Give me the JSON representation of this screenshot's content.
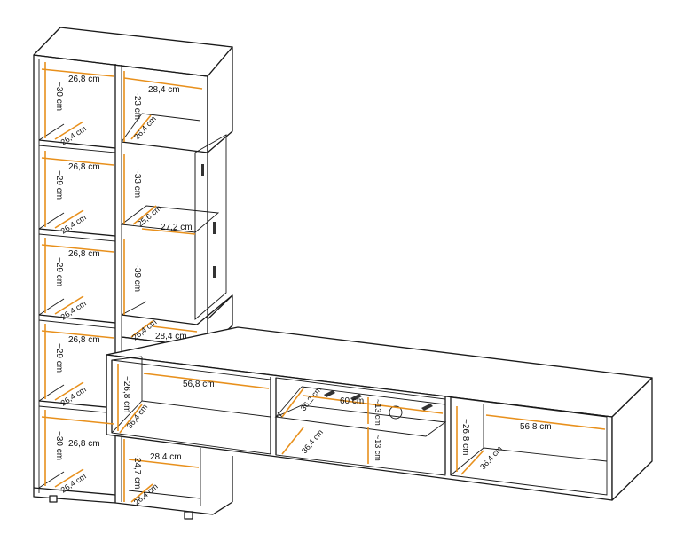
{
  "colors": {
    "dimension_line": "#e8901c",
    "outline": "#1a1a1a",
    "background": "#ffffff"
  },
  "labels": {
    "tall_w1": "26,8 cm",
    "tall_d1": "26,4 cm",
    "tall_h1": "~30 cm",
    "tall_w2": "26,8 cm",
    "tall_d2": "26,4 cm",
    "tall_h2": "~29 cm",
    "tall_w3": "26,8 cm",
    "tall_d3": "26,4 cm",
    "tall_h3": "~29 cm",
    "tall_w4": "26,8 cm",
    "tall_d4": "26,4 cm",
    "tall_h4": "~29 cm",
    "tall_w5": "26,8 cm",
    "tall_d5": "26,4 cm",
    "tall_h5": "~30 cm",
    "mid_top_w": "28,4 cm",
    "mid_top_d": "26,4 cm",
    "mid_top_h": "~23 cm",
    "vitrine_h_upper": "~33 cm",
    "vitrine_shelf_d": "25,6 cm",
    "vitrine_shelf_w": "27,2 cm",
    "vitrine_h_lower": "~39 cm",
    "mid_low_w": "28,4 cm",
    "mid_low_d": "26,4 cm",
    "bottom_w": "28,4 cm",
    "bottom_h": "~24,7 cm",
    "bottom_d": "26,4 cm",
    "tv_left_w": "56,8 cm",
    "tv_left_h": "~26,8 cm",
    "tv_left_d": "36,4 cm",
    "tv_center_w": "60 cm",
    "tv_center_d_upper": "36,2 cm",
    "tv_center_h_upper": "~13 cm",
    "tv_center_d_lower": "36,4 cm",
    "tv_center_h_lower": "~13 cm",
    "tv_right_w": "56,8 cm",
    "tv_right_h": "~26,8 cm",
    "tv_right_d": "36,4 cm"
  }
}
